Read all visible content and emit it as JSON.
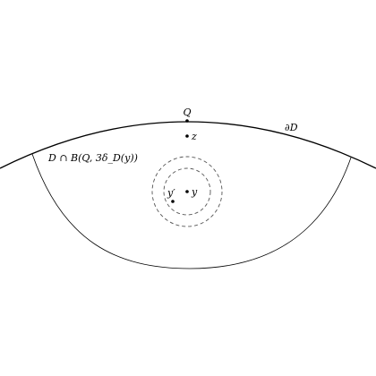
{
  "diagram": {
    "labels": {
      "boundary": "∂D",
      "point_q": "Q",
      "point_z": "z",
      "point_y": "y",
      "point_y_prime": "y′",
      "region": "D ∩ B(Q, 3δ_D(y))"
    },
    "colors": {
      "ink": "#000000",
      "dashed": "#555555"
    }
  }
}
